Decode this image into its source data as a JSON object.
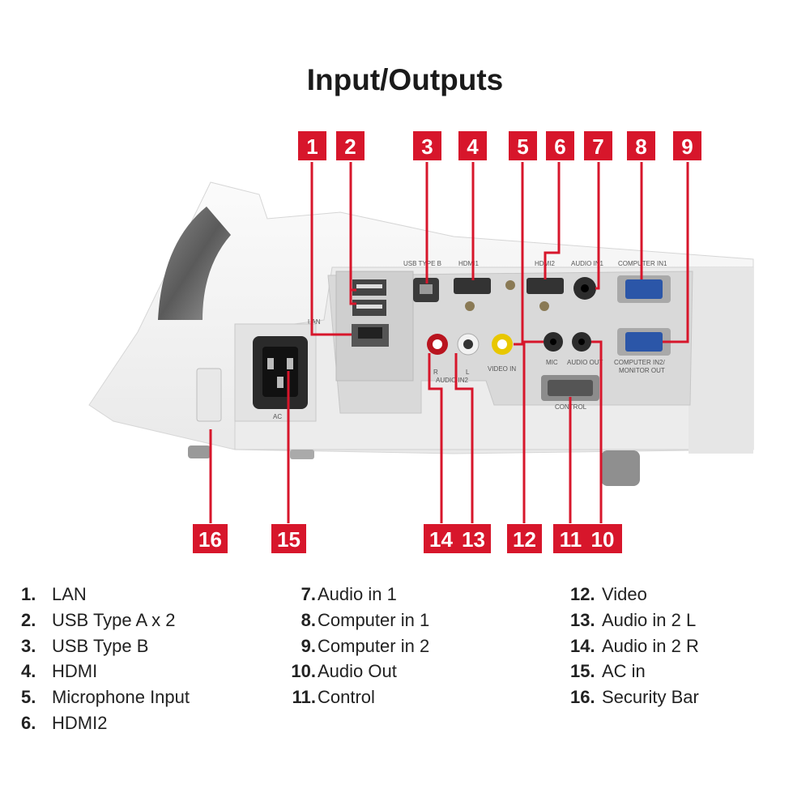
{
  "title": "Input/Outputs",
  "colors": {
    "badge": "#d7162b",
    "body": "#f2f2f2",
    "panel": "#dcdcdc"
  },
  "port_labels": {
    "usb_type_b": "USB TYPE B",
    "hdmi1": "HDMI1",
    "hdmi2": "HDMI2",
    "audio_in1": "AUDIO IN1",
    "computer_in1": "COMPUTER IN1",
    "computer_in2": "COMPUTER IN2/",
    "monitor_out": "MONITOR OUT",
    "mic": "MIC",
    "audio_out": "AUDIO OUT",
    "video_in": "VIDEO IN",
    "r": "R",
    "l": "L",
    "audio_in2": "AUDIO IN2",
    "control": "CONTROL",
    "lan": "LAN",
    "ac": "AC"
  },
  "callouts": [
    "1",
    "2",
    "3",
    "4",
    "5",
    "6",
    "7",
    "8",
    "9",
    "10",
    "11",
    "12",
    "13",
    "14",
    "15",
    "16"
  ],
  "legend": [
    [
      {
        "num": "1.",
        "text": "LAN"
      },
      {
        "num": "2.",
        "text": "USB Type A x 2"
      },
      {
        "num": "3.",
        "text": "USB Type B"
      },
      {
        "num": "4.",
        "text": "HDMI"
      },
      {
        "num": "5.",
        "text": "Microphone Input"
      },
      {
        "num": "6.",
        "text": "HDMI2"
      }
    ],
    [
      {
        "num": "7.",
        "text": "Audio in 1"
      },
      {
        "num": "8.",
        "text": "Computer in 1"
      },
      {
        "num": "9.",
        "text": "Computer in 2"
      },
      {
        "num": "10.",
        "text": "Audio Out"
      },
      {
        "num": "11.",
        "text": "Control"
      }
    ],
    [
      {
        "num": "12.",
        "text": "Video"
      },
      {
        "num": "13.",
        "text": "Audio in 2 L"
      },
      {
        "num": "14.",
        "text": "Audio in 2 R"
      },
      {
        "num": "15.",
        "text": "AC in"
      },
      {
        "num": "16.",
        "text": "Security Bar"
      }
    ]
  ]
}
